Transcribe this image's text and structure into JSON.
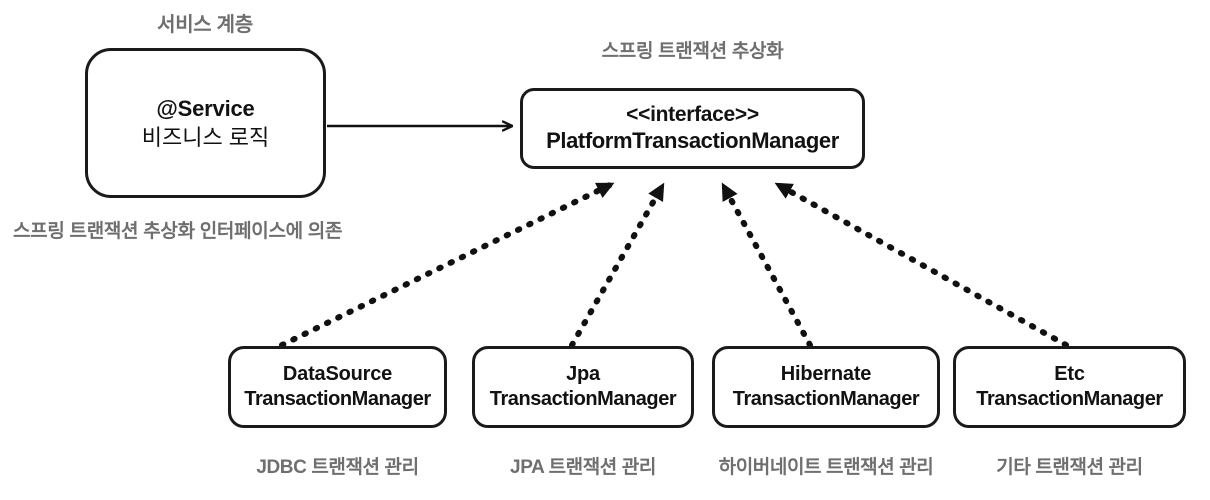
{
  "diagram": {
    "title_labels": {
      "service_layer": "서비스 계층",
      "spring_abstraction": "스프링 트랜잭션 추상화",
      "depends_on": "스프링 트랜잭션 추상화 인터페이스에 의존"
    },
    "colors": {
      "stroke": "#1a1a1a",
      "text": "#121212",
      "caption": "#6f6f6f",
      "background": "#ffffff"
    },
    "service_node": {
      "line1": "@Service",
      "line2": "비즈니스 로직"
    },
    "interface_node": {
      "line1": "<<interface>>",
      "line2": "PlatformTransactionManager"
    },
    "implementations": [
      {
        "line1": "DataSource",
        "line2": "TransactionManager",
        "caption": "JDBC 트랜잭션 관리"
      },
      {
        "line1": "Jpa",
        "line2": "TransactionManager",
        "caption": "JPA 트랜잭션 관리"
      },
      {
        "line1": "Hibernate",
        "line2": "TransactionManager",
        "caption": "하이버네이트 트랜잭션 관리"
      },
      {
        "line1": "Etc",
        "line2": "TransactionManager",
        "caption": "기타 트랜잭션 관리"
      }
    ],
    "edges": {
      "association": {
        "style": "solid",
        "arrow": "open",
        "from": "service_node",
        "to": "interface_node"
      },
      "realizations": {
        "style": "dotted",
        "arrow": "filled-triangle",
        "count": 4,
        "to": "interface_node"
      }
    }
  }
}
